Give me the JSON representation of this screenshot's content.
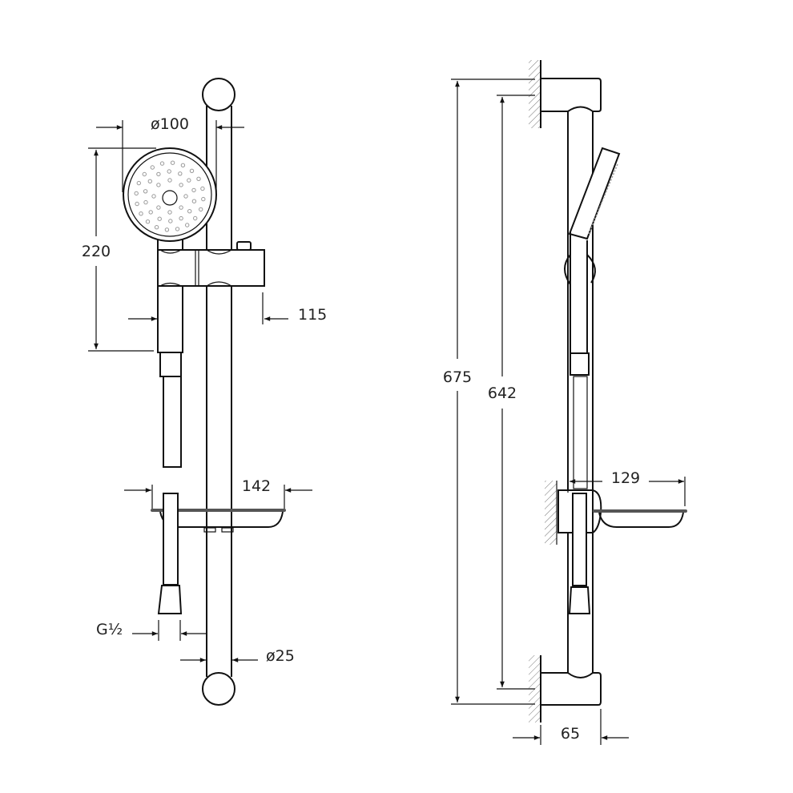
{
  "drawing": {
    "front_view": {
      "dimensions": {
        "head_diameter": "ø100",
        "height_220": "220",
        "projection_115": "115",
        "dish_width_142": "142",
        "connection": "G½",
        "rail_diameter": "ø25"
      }
    },
    "side_view": {
      "dimensions": {
        "overall_675": "675",
        "centers_642": "642",
        "dish_depth_129": "129",
        "wall_depth_65": "65"
      }
    }
  }
}
